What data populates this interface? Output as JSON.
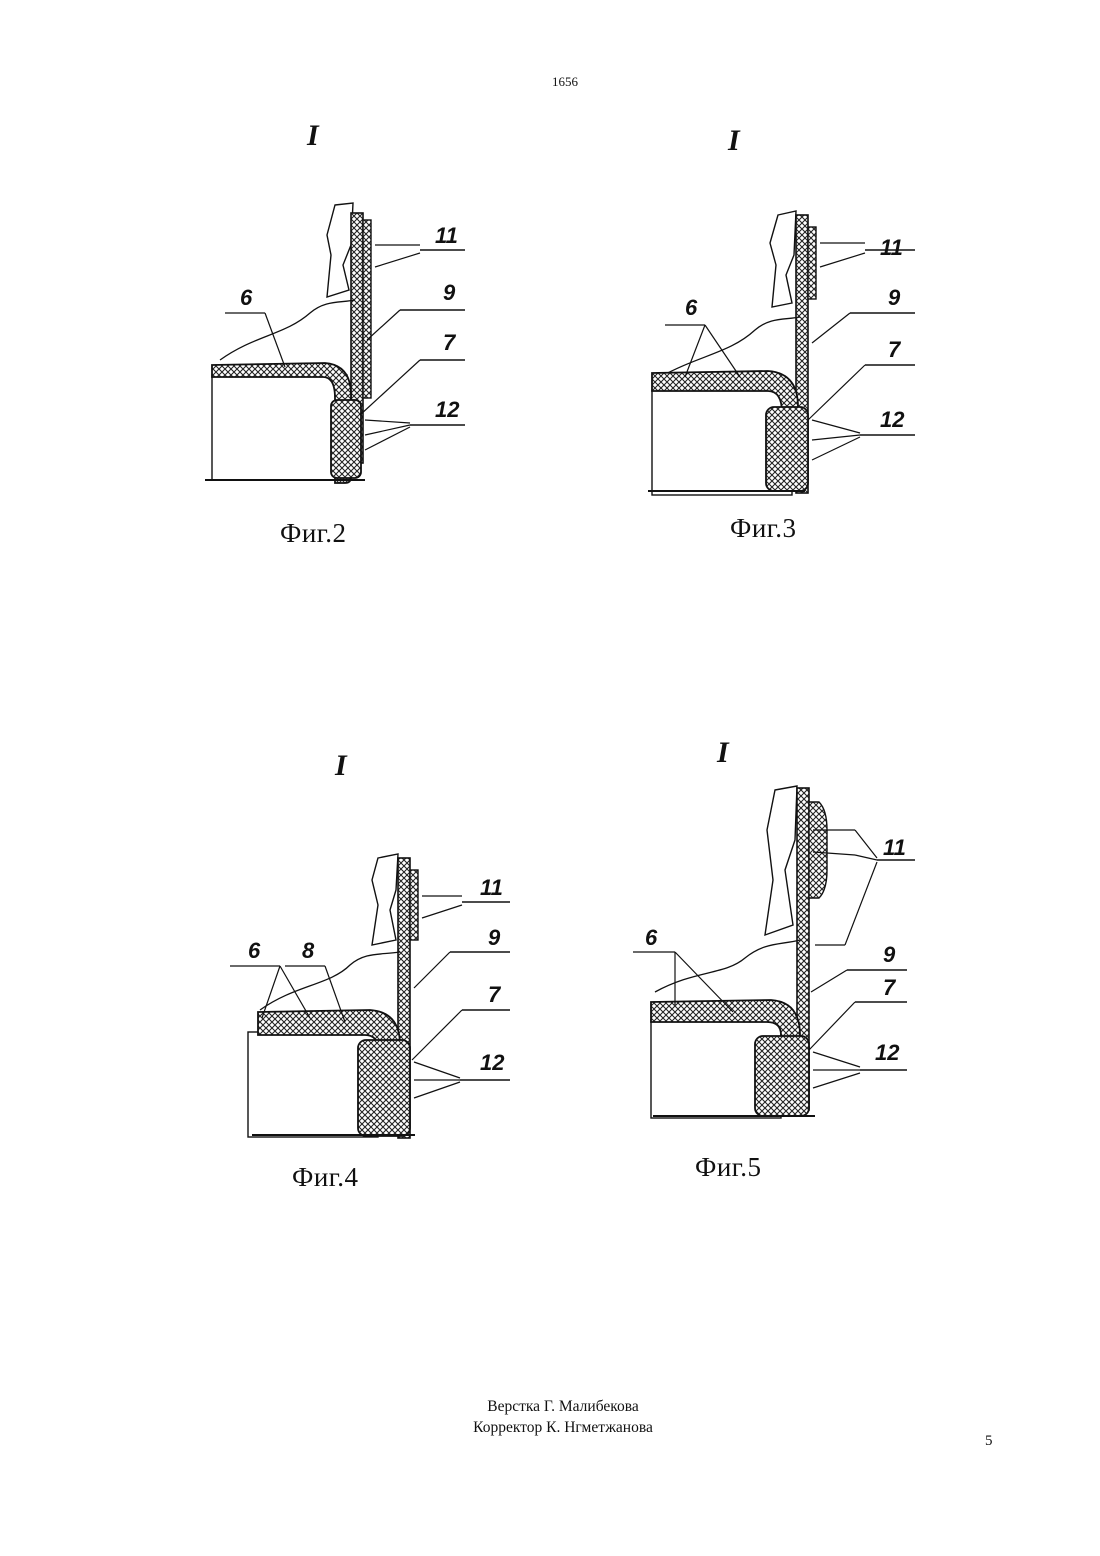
{
  "header": {
    "doc_number": "1656"
  },
  "figures": [
    {
      "caption": "Фиг.2",
      "detail_mark": "I",
      "labels": {
        "l11": "11",
        "l9": "9",
        "l6": "6",
        "l7": "7",
        "l12": "12"
      }
    },
    {
      "caption": "Фиг.3",
      "detail_mark": "I",
      "labels": {
        "l11": "11",
        "l9": "9",
        "l6": "6",
        "l7": "7",
        "l12": "12"
      }
    },
    {
      "caption": "Фиг.4",
      "detail_mark": "I",
      "labels": {
        "l11": "11",
        "l9": "9",
        "l6": "6",
        "l8": "8",
        "l7": "7",
        "l12": "12"
      }
    },
    {
      "caption": "Фиг.5",
      "detail_mark": "I",
      "labels": {
        "l11": "11",
        "l9": "9",
        "l6": "6",
        "l7": "7",
        "l12": "12"
      }
    }
  ],
  "footer": {
    "layout_credit": "Верстка Г. Малибекова",
    "corrector_credit": "Корректор К. Нгметжанова",
    "page_number": "5"
  }
}
